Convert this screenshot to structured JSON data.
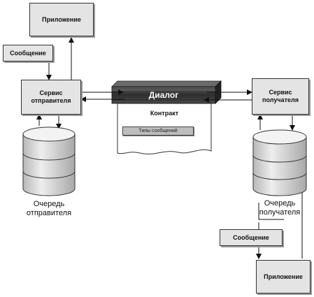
{
  "app_top": "Приложение",
  "message_top": "Сообщение",
  "sender_service": "Сервис\nотправителя",
  "receiver_service": "Сервис\nполучателя",
  "dialog": "Диалог",
  "contract": "Контракт",
  "message_types": "Типы сообщений",
  "sender_queue": "Очередь\nотправителя",
  "receiver_queue": "Очередь\nполучателя",
  "message_bottom": "Сообщение",
  "app_bottom": "Приложение",
  "colors": {
    "box_fill": "#e4e4e4",
    "dialog_fill": "#3a3a3a",
    "db_fill": "#d0d0d0"
  }
}
